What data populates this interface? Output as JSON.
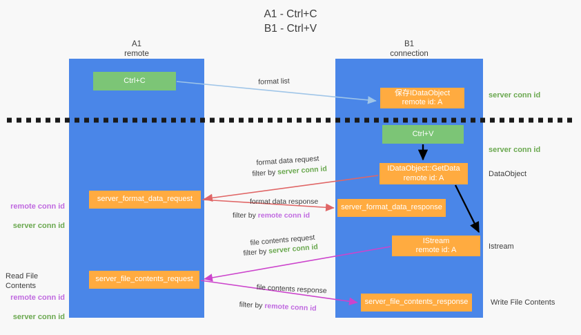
{
  "title": "A1 - Ctrl+C\nB1 - Ctrl+V",
  "lanes": [
    {
      "header": "A1\nremote",
      "name": "lane-a1"
    },
    {
      "header": "B1\nconnection",
      "name": "lane-b1"
    }
  ],
  "boxes": {
    "ctrl_c": "Ctrl+C",
    "idataobject": "保存IDataObject\nremote id: A",
    "ctrl_v": "Ctrl+V",
    "getdata": "IDataObject::GetData\nremote id: A",
    "server_format_data_request": "server_format_data_request",
    "server_format_data_response": "server_format_data_response",
    "istream": "IStream\nremote id: A",
    "server_file_contents_request": "server_file_contents_request",
    "server_file_contents_response": "server_file_contents_response"
  },
  "annotations": {
    "right_server_conn_id_1": "server conn id",
    "right_server_conn_id_2": "server conn id",
    "right_dataobject": "DataObject",
    "right_istream": "Istream",
    "right_write_file_contents": "Write File Contents",
    "left_conn_ids_1": "remote conn id\nserver conn id",
    "left_read_file_contents": "Read File Contents",
    "left_conn_ids_2": "remote conn id\nserver conn id"
  },
  "edge_labels": {
    "format_list": "format list",
    "format_data_request": "format data request",
    "filter_by_server_1_prefix": "filter by ",
    "filter_by_server_1_value": "server conn id",
    "format_data_response": "format data response",
    "filter_by_remote_1_prefix": "filter by ",
    "filter_by_remote_1_value": "remote conn id",
    "file_contents_request": "file contents request",
    "filter_by_server_2_prefix": "filter by ",
    "filter_by_server_2_value": "server conn id",
    "file_contents_response": "file contents response",
    "filter_by_remote_2_prefix": "filter by ",
    "filter_by_remote_2_value": "remote conn id"
  },
  "colors": {
    "lane": "#4a86e8",
    "green_box": "#7cc576",
    "orange_box": "#ffab40",
    "server_conn_id": "#6aa84f",
    "remote_conn_id": "#c06ae0",
    "arrow_lightblue": "#9fc5e8",
    "arrow_red": "#e06666",
    "arrow_magenta": "#cc44cc",
    "arrow_black": "#000000",
    "background": "#f8f8f8"
  }
}
